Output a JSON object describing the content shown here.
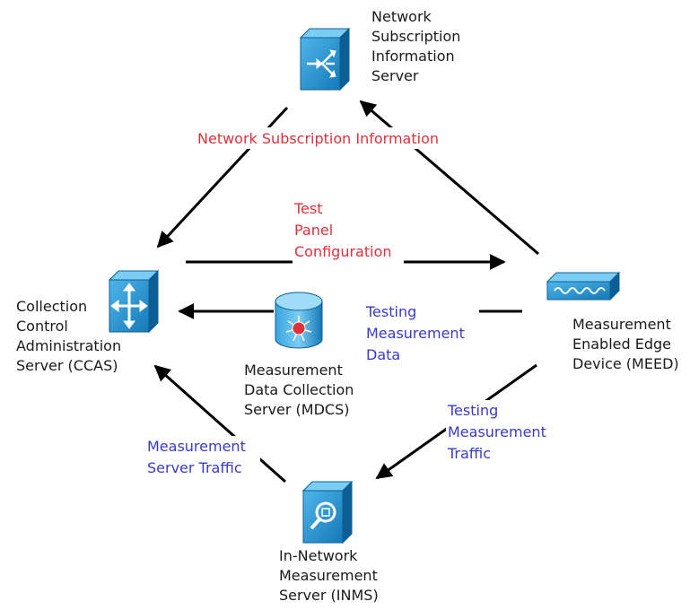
{
  "colors": {
    "background": "#ffffff",
    "red_label": "#e0303a",
    "blue_label": "#3a3ac8",
    "node_text": "#1a1a1a",
    "icon_blue": "#1d8fd0",
    "icon_blue_dark": "#0c5f95",
    "icon_blue_light": "#4fb6ea"
  },
  "nodes": {
    "nsis": {
      "icon": "switch-icon",
      "label_lines": [
        "Network",
        "Subscription",
        "Information",
        "Server"
      ]
    },
    "ccas": {
      "icon": "router-arrows-icon",
      "label_lines": [
        "Collection",
        "Control",
        "Administration",
        "Server (CCAS)"
      ]
    },
    "mdcs": {
      "icon": "database-cylinder-icon",
      "label_lines": [
        "Measurement",
        "Data Collection",
        "Server (MDCS)"
      ]
    },
    "meed": {
      "icon": "edge-device-icon",
      "label_lines": [
        "Measurement",
        "Enabled Edge",
        "Device (MEED)"
      ]
    },
    "inms": {
      "icon": "magnifier-server-icon",
      "label_lines": [
        "In-Network",
        "Measurement",
        "Server (INMS)"
      ]
    }
  },
  "edges": {
    "network_subscription_information": {
      "color": "red",
      "label_lines": [
        "Network Subscription Information"
      ]
    },
    "test_panel_configuration": {
      "color": "red",
      "label_lines": [
        "Test",
        "Panel",
        "Configuration"
      ]
    },
    "testing_measurement_data": {
      "color": "blue",
      "label_lines": [
        "Testing",
        "Measurement",
        "Data"
      ]
    },
    "testing_measurement_traffic": {
      "color": "blue",
      "label_lines": [
        "Testing",
        "Measurement",
        "Traffic"
      ]
    },
    "measurement_server_traffic": {
      "color": "blue",
      "label_lines": [
        "Measurement",
        "Server Traffic"
      ]
    }
  }
}
